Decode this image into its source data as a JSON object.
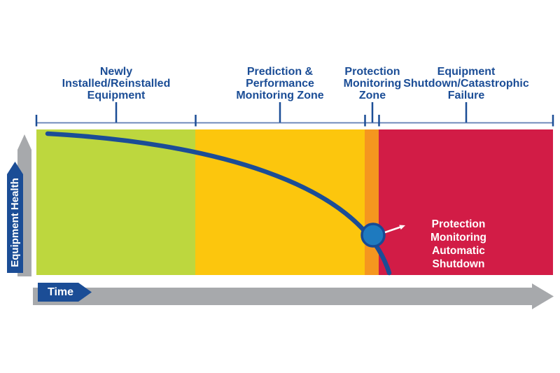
{
  "figure": {
    "type": "equipment-health-pf-curve",
    "zones": [
      {
        "label": "Newly\nInstalled/Reinstalled\nEquipment",
        "color": "#bdd73e"
      },
      {
        "label": "Prediction &\nPerformance\nMonitoring Zone",
        "color": "#fcc60d"
      },
      {
        "label": "Protection\nMonitoring\nZone",
        "color": "#f5961f"
      },
      {
        "label": "Equipment\nShutdown/Catastrophic\nFailure",
        "color": "#d21c46"
      }
    ],
    "annotation": {
      "text": "Protection Monitoring\nAutomatic Shutdown",
      "color": "#ffffff"
    },
    "axes": {
      "y_label": "Equipment Health",
      "x_label": "Time"
    },
    "colors": {
      "curve": "#1b4d96",
      "marker_fill": "#1e7abf",
      "marker_border": "#174a94",
      "axis_gray": "#a7a9ac",
      "axis_blue": "#1b4d96",
      "label_blue": "#1b4d96",
      "bracket_line": "#5f7db3"
    }
  }
}
